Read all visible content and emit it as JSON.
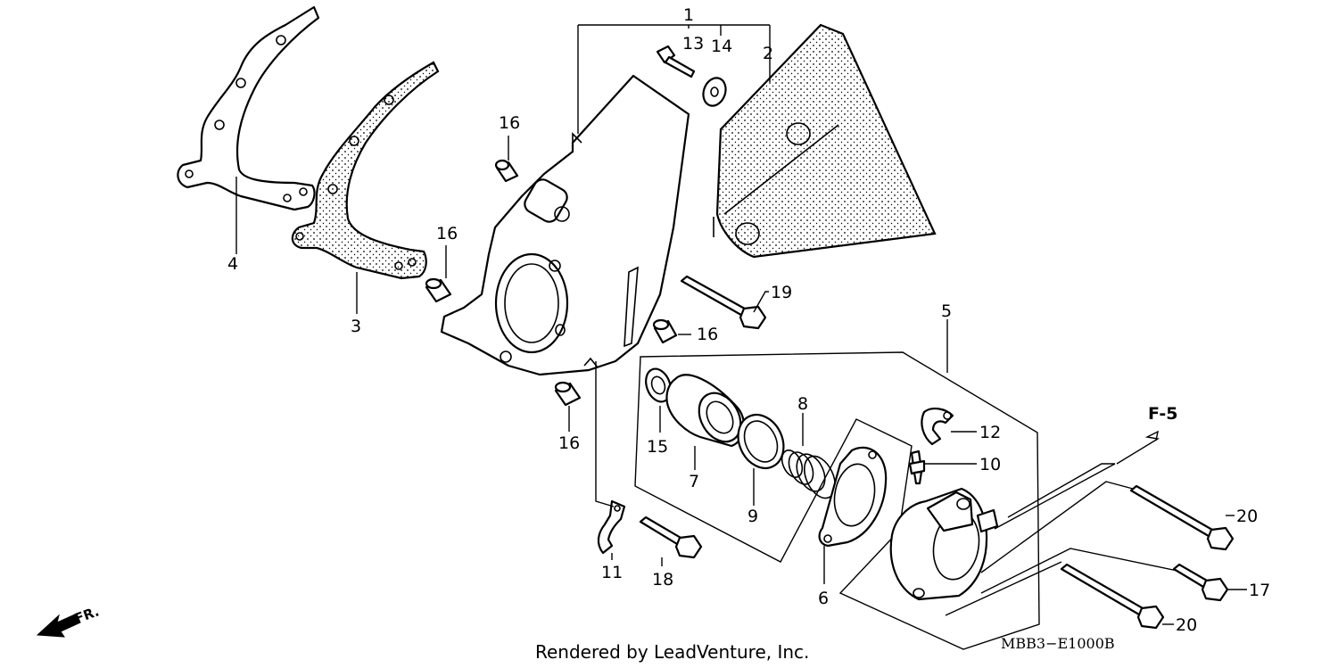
{
  "callouts": {
    "c1": "1",
    "c2": "2",
    "c3": "3",
    "c4": "4",
    "c5": "5",
    "c6": "6",
    "c7": "7",
    "c8": "8",
    "c9": "9",
    "c10": "10",
    "c11": "11",
    "c12": "12",
    "c13": "13",
    "c14": "14",
    "c15": "15",
    "c16": "16",
    "c17": "17",
    "c18": "18",
    "c19": "19",
    "c20": "20"
  },
  "direction": {
    "front_label": "FR.",
    "ref_label": "F-5"
  },
  "diagram_code": "MBB3−E1000B",
  "credit": "Rendered by LeadVenture, Inc."
}
